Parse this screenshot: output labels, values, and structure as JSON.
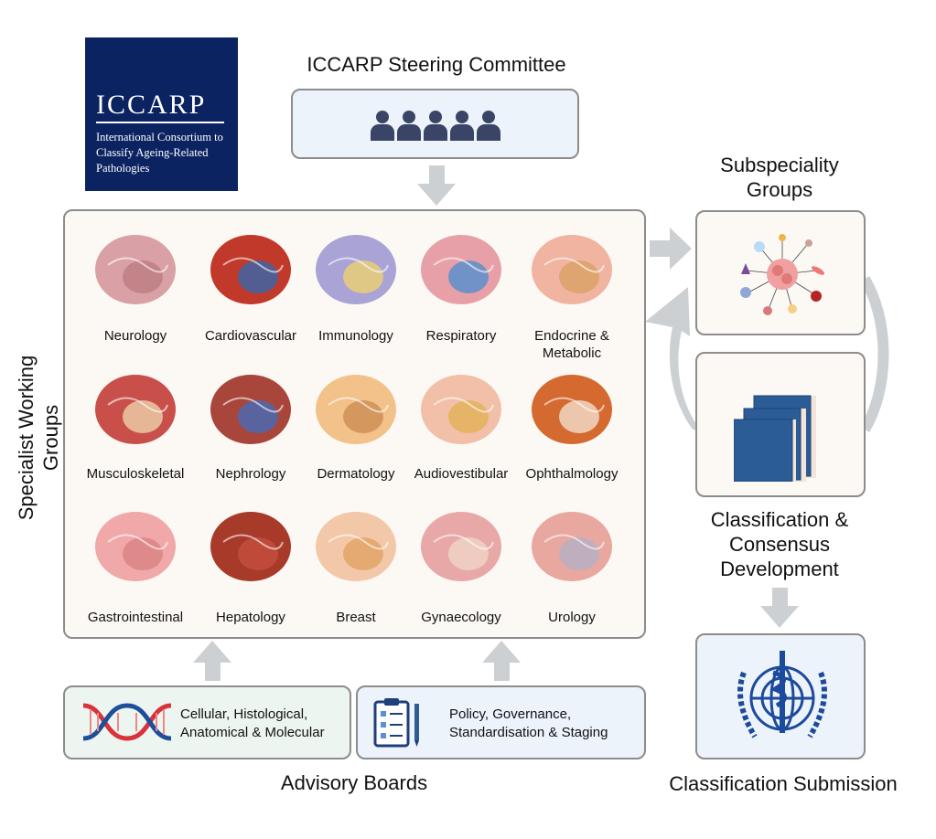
{
  "logo": {
    "acronym": "ICCARP",
    "full_name": "International Consortium to Classify Ageing-Related Pathologies"
  },
  "steering": {
    "title": "ICCARP Steering Committee",
    "icon": "people-group-icon"
  },
  "specialist": {
    "title": "Specialist Working Groups",
    "groups": [
      "Neurology",
      "Cardiovascular",
      "Immunology",
      "Respiratory",
      "Endocrine & Metabolic",
      "Musculoskeletal",
      "Nephrology",
      "Dermatology",
      "Audiovestibular",
      "Ophthalmology",
      "Gastrointestinal",
      "Hepatology",
      "Breast",
      "Gynaecology",
      "Urology"
    ]
  },
  "subspeciality": {
    "title": "Subspeciality Groups"
  },
  "classification": {
    "title": "Classification & Consensus Development"
  },
  "submission": {
    "title": "Classification Submission"
  },
  "advisory": {
    "title": "Advisory Boards",
    "boards": [
      {
        "label": "Cellular, Histological, Anatomical & Molecular",
        "icon": "dna-icon"
      },
      {
        "label": "Policy, Governance, Standardisation & Staging",
        "icon": "clipboard-icon"
      }
    ]
  },
  "colors": {
    "navy": "#0c2361",
    "arrow": "#cdd0d3",
    "box_border": "#8c8c8c",
    "blue_fill": "#edf3fb",
    "cream_fill": "#fcf9f5",
    "green_fill": "#edf5f0",
    "book": "#2b5c96"
  }
}
